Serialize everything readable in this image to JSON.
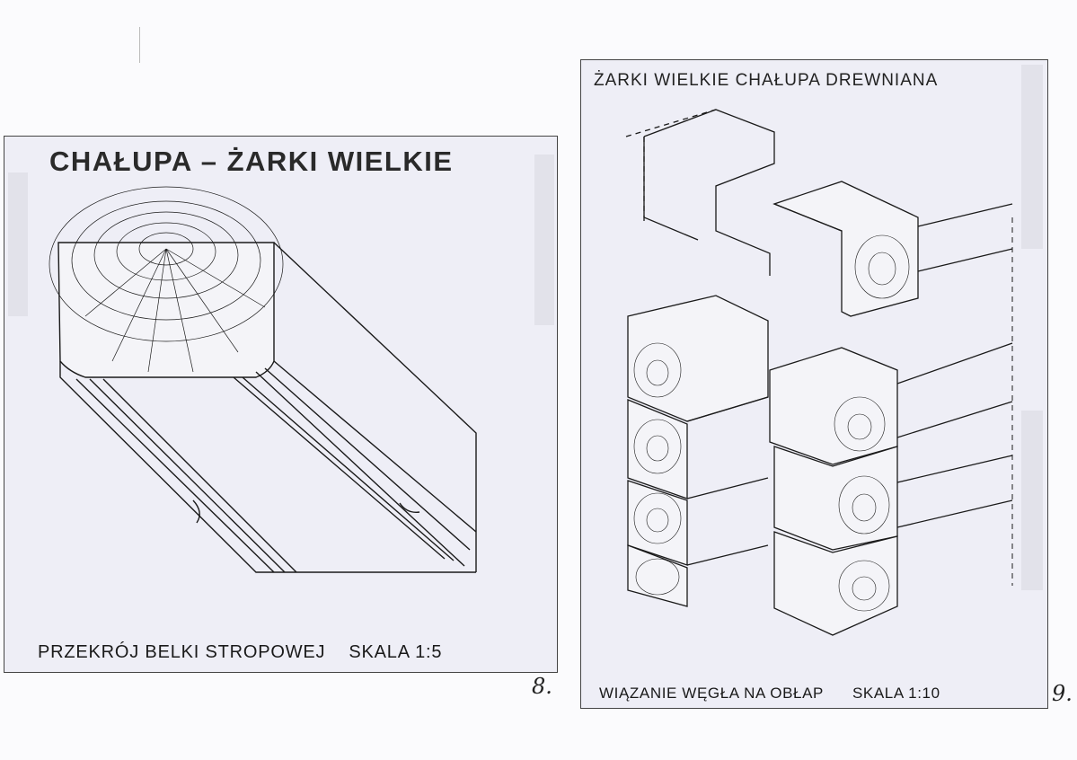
{
  "left_panel": {
    "title": "CHAŁUPA – ŻARKI  WIELKIE",
    "caption": "PRZEKRÓJ BELKI STROPOWEJ",
    "scale": "SKALA 1:5",
    "page_number": "8."
  },
  "right_panel": {
    "title": "ŻARKI WIELKIE CHAŁUPA DREWNIANA",
    "caption": "WIĄZANIE WĘGŁA NA OBŁAP",
    "scale": "SKALA 1:10",
    "page_number": "9."
  }
}
